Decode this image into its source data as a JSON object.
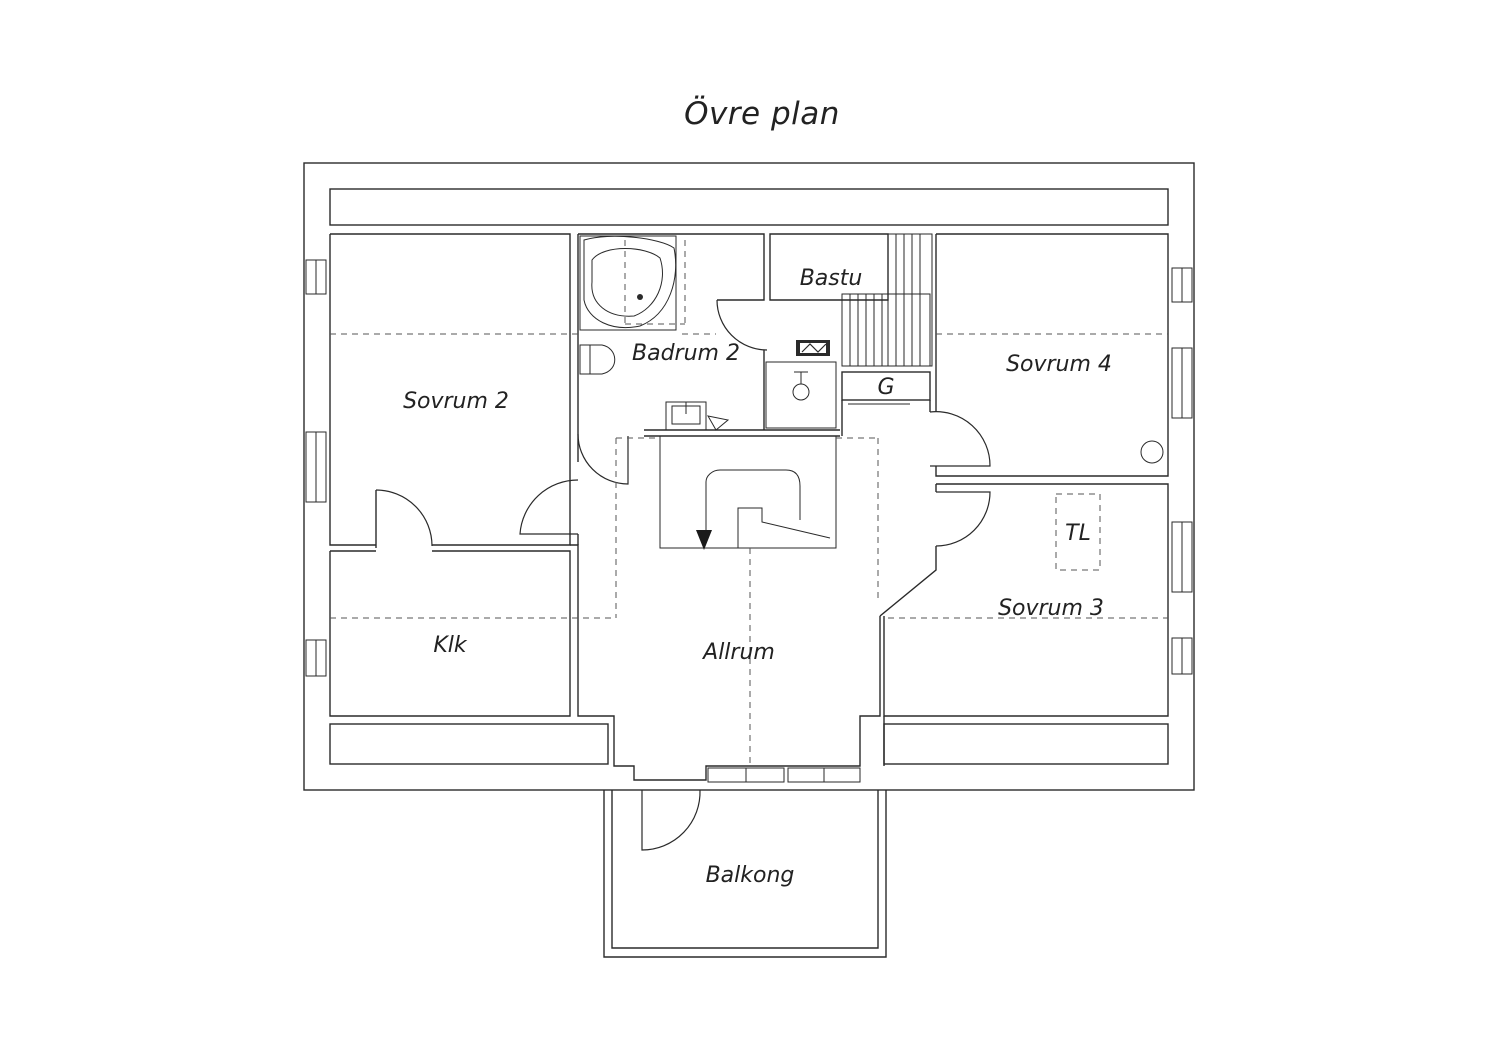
{
  "title": "Övre plan",
  "rooms": {
    "sovrum2": "Sovrum 2",
    "badrum2": "Badrum 2",
    "bastu": "Bastu",
    "sovrum4": "Sovrum 4",
    "g": "G",
    "klk": "Klk",
    "allrum": "Allrum",
    "tl": "TL",
    "sovrum3": "Sovrum 3",
    "balkong": "Balkong"
  },
  "colors": {
    "line": "#2a2a2a",
    "background": "#ffffff",
    "text": "#222222"
  }
}
